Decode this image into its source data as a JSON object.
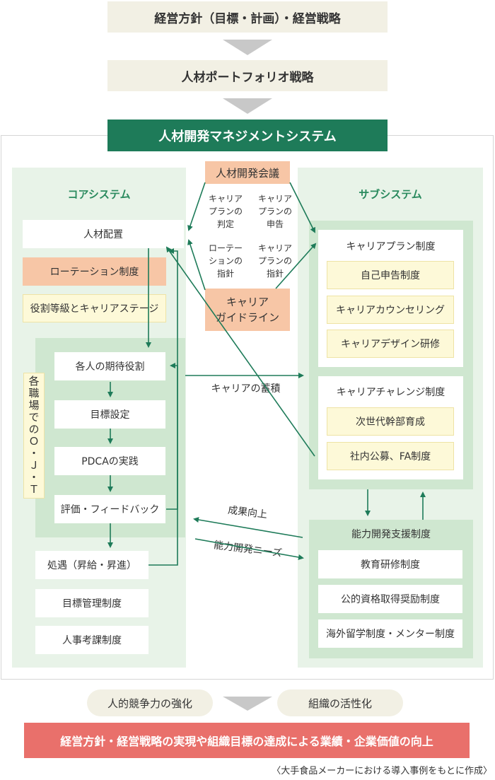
{
  "top": {
    "policy": "経営方針（目標・計画）・経営戦略",
    "portfolio": "人材ポートフォリオ戦略",
    "system_title": "人材開発マネジメントシステム"
  },
  "core": {
    "title": "コアシステム",
    "placement": "人材配置",
    "rotation": "ローテーション制度",
    "grade": "役割等級とキャリアステージ",
    "ojt_label": "各職場でのＯ・Ｊ・Ｔ",
    "steps": [
      "各人の期待役割",
      "目標設定",
      "PDCAの実践",
      "評価・フィードバック"
    ],
    "treatment": "処遇（昇給・昇進）",
    "mbo": "目標管理制度",
    "appraisal": "人事考課制度"
  },
  "center": {
    "council": "人材開発会議",
    "career_plan_judge": "キャリア\nプランの\n判定",
    "career_plan_report": "キャリア\nプランの\n申告",
    "rotation_guide": "ローテー\nションの\n指針",
    "career_plan_guide": "キャリア\nプランの\n指針",
    "guideline": "キャリア\nガイドライン",
    "accumulation": "キャリアの蓄積",
    "result": "成果向上",
    "needs": "能力開発ニーズ"
  },
  "sub": {
    "title": "サブシステム",
    "career_plan_system": "キャリアプラン制度",
    "career_plan_items": [
      "自己申告制度",
      "キャリアカウンセリング",
      "キャリアデザイン研修"
    ],
    "challenge_system": "キャリアチャレンジ制度",
    "challenge_items": [
      "次世代幹部育成",
      "社内公募、FA制度"
    ],
    "ability_system": "能力開発支援制度",
    "ability_items": [
      "教育研修制度",
      "公的資格取得奨励制度",
      "海外留学制度・メンター制度"
    ]
  },
  "bottom": {
    "pill_left": "人的競争力の強化",
    "pill_right": "組織の活性化",
    "goal": "経営方針・経営戦略の実現や組織目標の達成による業績・企業価値の向上",
    "source": "〈大手食品メーカーにおける導入事例をもとに作成〉"
  },
  "colors": {
    "green_title": "#1e7b59",
    "green_text": "#2a8a5e",
    "panel": "#e8f3e8",
    "salmon": "#f7c6a6",
    "cream": "#fdf9d8",
    "red": "#e9706b",
    "arrow_gray": "#c8c8c8"
  }
}
